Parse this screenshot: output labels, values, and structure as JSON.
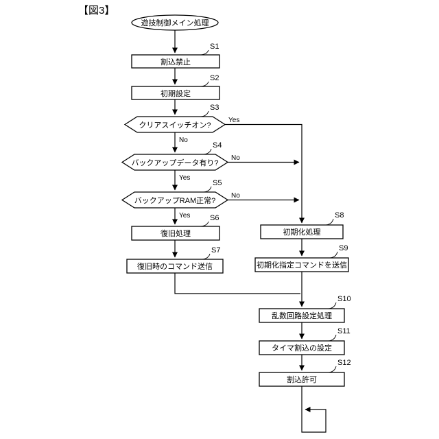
{
  "figure_label": "【図3】",
  "flowchart": {
    "start": {
      "label": "遊技制御メイン処理"
    },
    "steps": {
      "s1": {
        "id": "S1",
        "label": "割込禁止"
      },
      "s2": {
        "id": "S2",
        "label": "初期設定"
      },
      "s3": {
        "id": "S3",
        "label": "クリアスイッチオン?",
        "right": "Yes",
        "down": "No"
      },
      "s4": {
        "id": "S4",
        "label": "バックアップデータ有り?",
        "right": "No",
        "down": "Yes"
      },
      "s5": {
        "id": "S5",
        "label": "バックアップRAM正常?",
        "right": "No",
        "down": "Yes"
      },
      "s6": {
        "id": "S6",
        "label": "復旧処理"
      },
      "s7": {
        "id": "S7",
        "label": "復旧時のコマンド送信"
      },
      "s8": {
        "id": "S8",
        "label": "初期化処理"
      },
      "s9": {
        "id": "S9",
        "label": "初期化指定コマンドを送信"
      },
      "s10": {
        "id": "S10",
        "label": "乱数回路設定処理"
      },
      "s11": {
        "id": "S11",
        "label": "タイマ割込の設定"
      },
      "s12": {
        "id": "S12",
        "label": "割込許可"
      }
    }
  },
  "colors": {
    "stroke": "#000000",
    "background": "#ffffff"
  }
}
